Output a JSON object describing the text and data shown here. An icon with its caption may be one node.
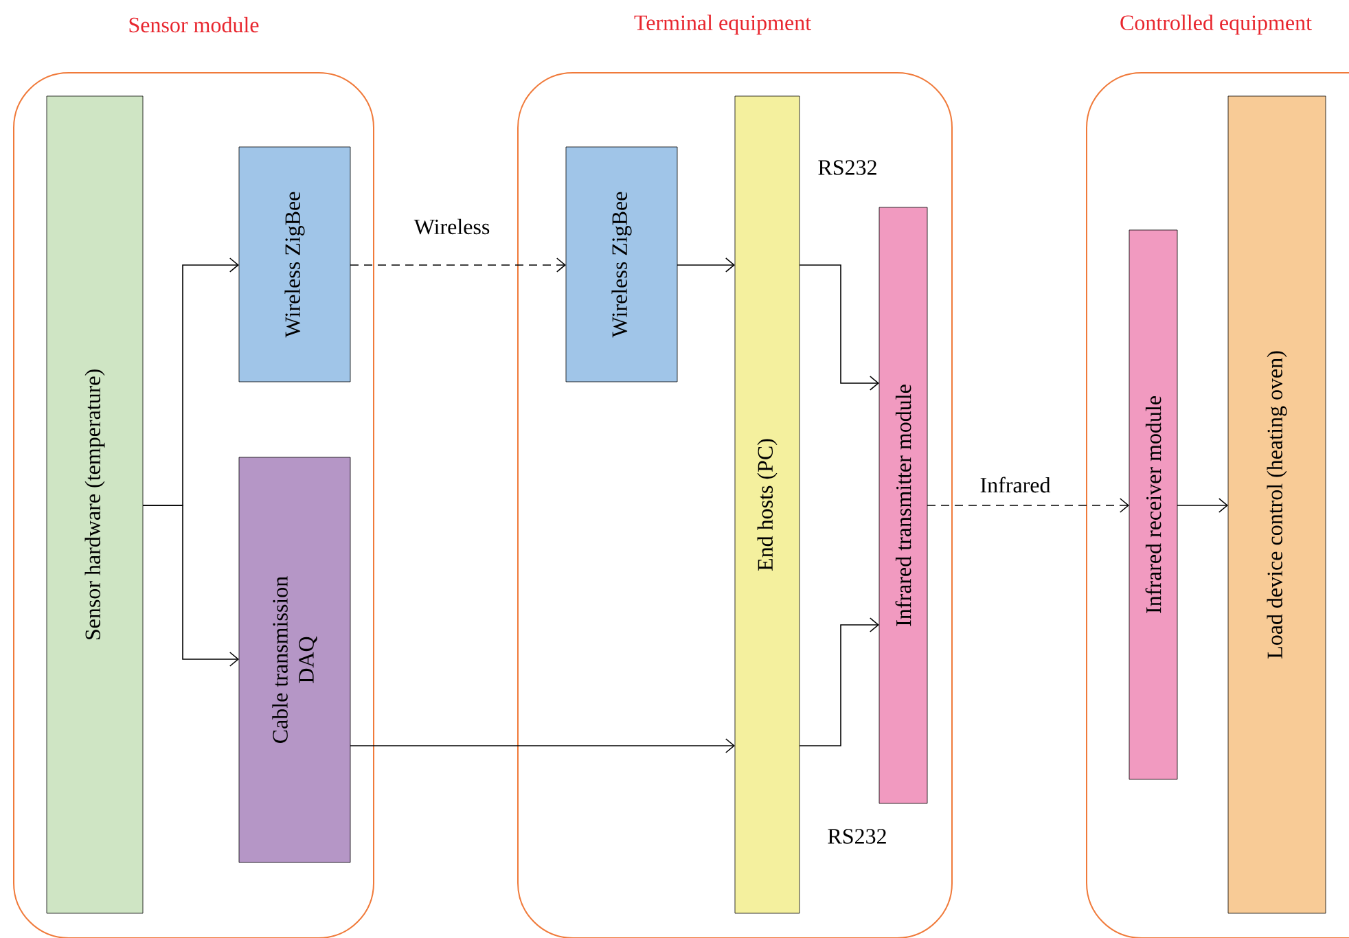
{
  "diagram": {
    "nodes": [
      {
        "text": [
          "Sensor module"
        ]
      },
      {
        "text": [
          "Sensor hardware (temperature)"
        ],
        "in": 0
      },
      {
        "text": [
          "Wireless ZigBee"
        ],
        "in": 0
      },
      {
        "text": [
          "Cable transmission DAQ"
        ],
        "in": 0
      },
      {
        "text": [
          "Terminal equipment"
        ]
      },
      {
        "text": [
          "Wireless ZigBee"
        ],
        "in": 4
      },
      {
        "text": [
          "End hosts (PC)"
        ],
        "in": 4
      },
      {
        "text": [
          "Infrared transmitter module"
        ],
        "in": 4
      },
      {
        "text": [
          "Controlled equipment"
        ]
      },
      {
        "text": [
          "Infrared receiver module"
        ],
        "in": 8
      },
      {
        "text": [
          "Load device control (heating oven)"
        ],
        "in": 8
      }
    ],
    "edges": [
      {
        "from": 1,
        "to": 2,
        "arrow": "to"
      },
      {
        "from": 1,
        "to": 3,
        "arrow": "to"
      },
      {
        "from": 2,
        "to": 5,
        "arrow": "to",
        "label": "Wireless",
        "style": "dashed"
      },
      {
        "from": 5,
        "to": 6,
        "arrow": "to"
      },
      {
        "from": 6,
        "to": 7,
        "arrow": "to"
      },
      {
        "from": 3,
        "to": 6,
        "arrow": "to"
      },
      {
        "from": 6,
        "to": 7,
        "arrow": "to"
      },
      {
        "from": 7,
        "to": 9,
        "arrow": "to",
        "label": "Infrared",
        "style": "dashed"
      },
      {
        "from": 9,
        "to": 10,
        "arrow": "to"
      }
    ],
    "labels": [
      "RS232",
      "RS232"
    ]
  }
}
